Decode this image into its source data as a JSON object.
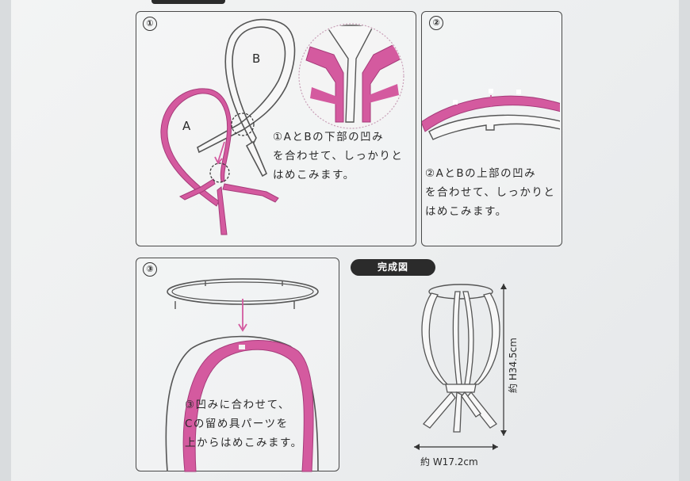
{
  "steps": [
    {
      "number": "①",
      "label_a": "A",
      "label_b": "B",
      "lines": [
        "①AとBの下部の凹み",
        "を合わせて、しっかりと",
        "はめこみます。"
      ]
    },
    {
      "number": "②",
      "lines": [
        "②AとBの上部の凹み",
        "を合わせて、しっかりと",
        "はめこみます。"
      ]
    },
    {
      "number": "③",
      "lines": [
        "③凹みに合わせて、",
        "Cの留め具パーツを",
        "上からはめこみます。"
      ]
    }
  ],
  "completed": {
    "badge": "完成図",
    "height_label": "約 H34.5cm",
    "width_label": "約 W17.2cm"
  },
  "colors": {
    "accent_pink": "#d45a9f",
    "outline": "#555555"
  }
}
